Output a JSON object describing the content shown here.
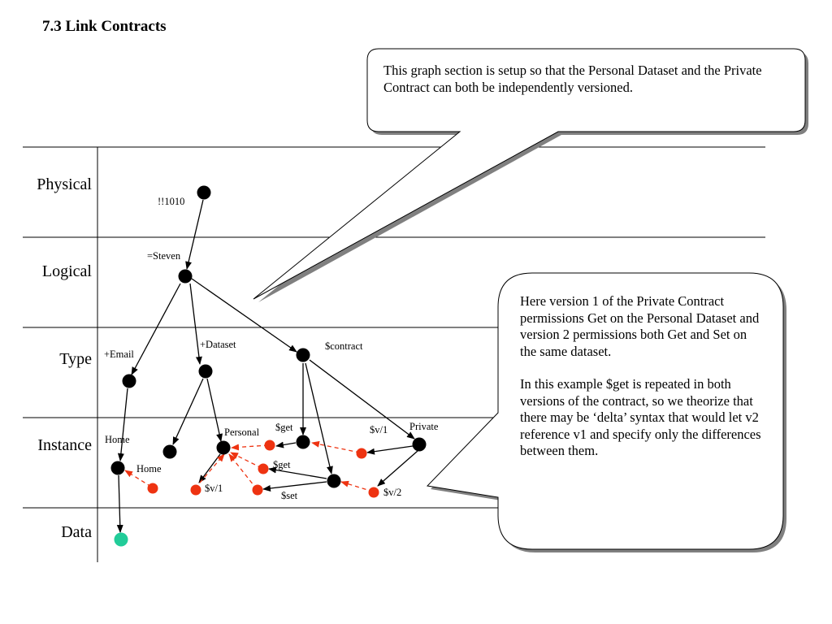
{
  "title": "7.3 Link Contracts",
  "rows": [
    "Physical",
    "Logical",
    "Type",
    "Instance",
    "Data"
  ],
  "callouts": {
    "top": "This graph section is setup so that the Personal Dataset  and the Private Contract can both be independently versioned.",
    "right_p1": "Here version 1 of the Private Contract permissions Get on the Personal Dataset and version 2 permissions both Get and Set on the same dataset.",
    "right_p2": "In this example $get is repeated in both versions of the contract, so we theorize that there may be ‘delta’ syntax that would let v2 reference v1 and specify only the differences between them."
  },
  "labels": {
    "n1010": "!!1010",
    "steven": "=Steven",
    "email": "+Email",
    "dataset": "+Dataset",
    "contract": "$contract",
    "home1": "Home",
    "home2": "Home",
    "personal": "Personal",
    "get1": "$get",
    "v1": "$v/1",
    "private": "Private",
    "get2": "$get",
    "sv1": "$v/1",
    "set": "$set",
    "sv2": "$v/2"
  },
  "colors": {
    "node": "#000000",
    "instance_node": "#ee3311",
    "data_node": "#22cc99",
    "shadow": "#808080"
  }
}
